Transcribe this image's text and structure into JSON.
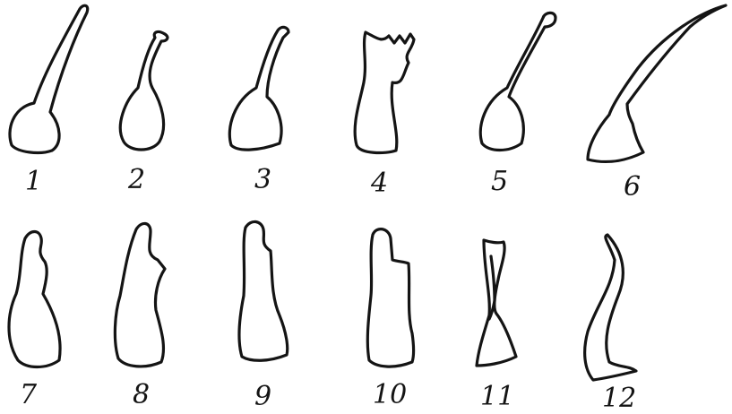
{
  "figures": [
    {
      "number": "1",
      "shape": "slender-hooked-outline"
    },
    {
      "number": "2",
      "shape": "hooked-bulb-outline"
    },
    {
      "number": "3",
      "shape": "hooked-flask-outline"
    },
    {
      "number": "4",
      "shape": "serrated-top-outline"
    },
    {
      "number": "5",
      "shape": "knobbed-stalk-outline"
    },
    {
      "number": "6",
      "shape": "long-curved-beak-outline"
    },
    {
      "number": "7",
      "shape": "notched-club-outline"
    },
    {
      "number": "8",
      "shape": "notched-irregular-outline"
    },
    {
      "number": "9",
      "shape": "notched-column-outline"
    },
    {
      "number": "10",
      "shape": "notched-rectangular-outline"
    },
    {
      "number": "11",
      "shape": "split-tapered-outline"
    },
    {
      "number": "12",
      "shape": "crescent-curve-outline"
    }
  ],
  "colors": {
    "background": "#ffffff",
    "ink": "#141414"
  }
}
